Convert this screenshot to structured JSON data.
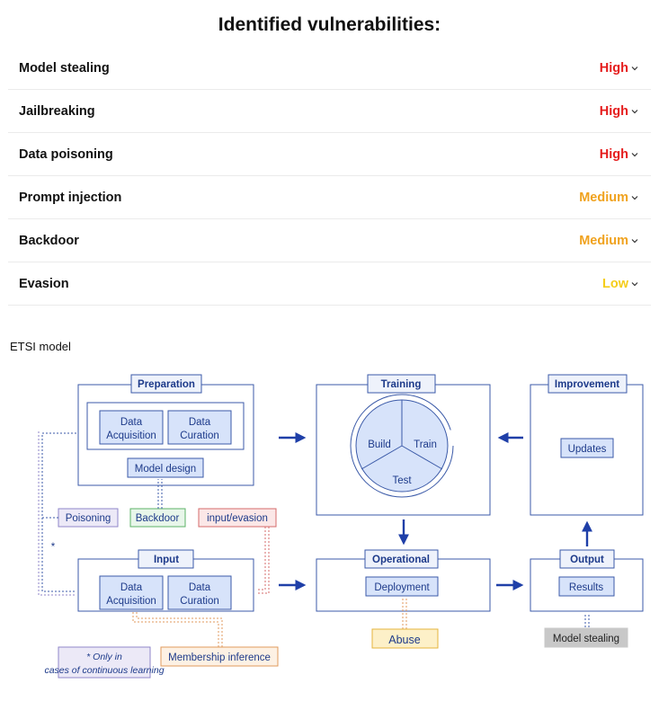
{
  "title": "Identified vulnerabilities:",
  "vulnerabilities": [
    {
      "name": "Model stealing",
      "severity": "High"
    },
    {
      "name": "Jailbreaking",
      "severity": "High"
    },
    {
      "name": "Data poisoning",
      "severity": "High"
    },
    {
      "name": "Prompt injection",
      "severity": "Medium"
    },
    {
      "name": "Backdoor",
      "severity": "Medium"
    },
    {
      "name": "Evasion",
      "severity": "Low"
    }
  ],
  "severity_colors": {
    "High": "#e51d1d",
    "Medium": "#f0a21e",
    "Low": "#f5cd1a"
  },
  "diagram_label": "ETSI model",
  "diagram": {
    "preparation": "Preparation",
    "prep_data_acquisition": "Data Acquisition",
    "prep_data_curation": "Data Curation",
    "model_design": "Model design",
    "training": "Training",
    "build": "Build",
    "train": "Train",
    "test": "Test",
    "improvement": "Improvement",
    "updates": "Updates",
    "poisoning": "Poisoning",
    "backdoor": "Backdoor",
    "input_evasion": "input/evasion",
    "input": "Input",
    "input_data_acquisition": "Data Acquisition",
    "input_data_curation": "Data Curation",
    "operational": "Operational",
    "deployment": "Deployment",
    "output": "Output",
    "results": "Results",
    "abuse": "Abuse",
    "model_stealing": "Model stealing",
    "membership_inference": "Membership inference",
    "footnote": "* Only in cases of continuous learning",
    "asterisk": "*"
  },
  "colors": {
    "stage_border": "#3b5aa8",
    "box_fill": "#d7e3fa",
    "arrow": "#1f3fa8"
  }
}
